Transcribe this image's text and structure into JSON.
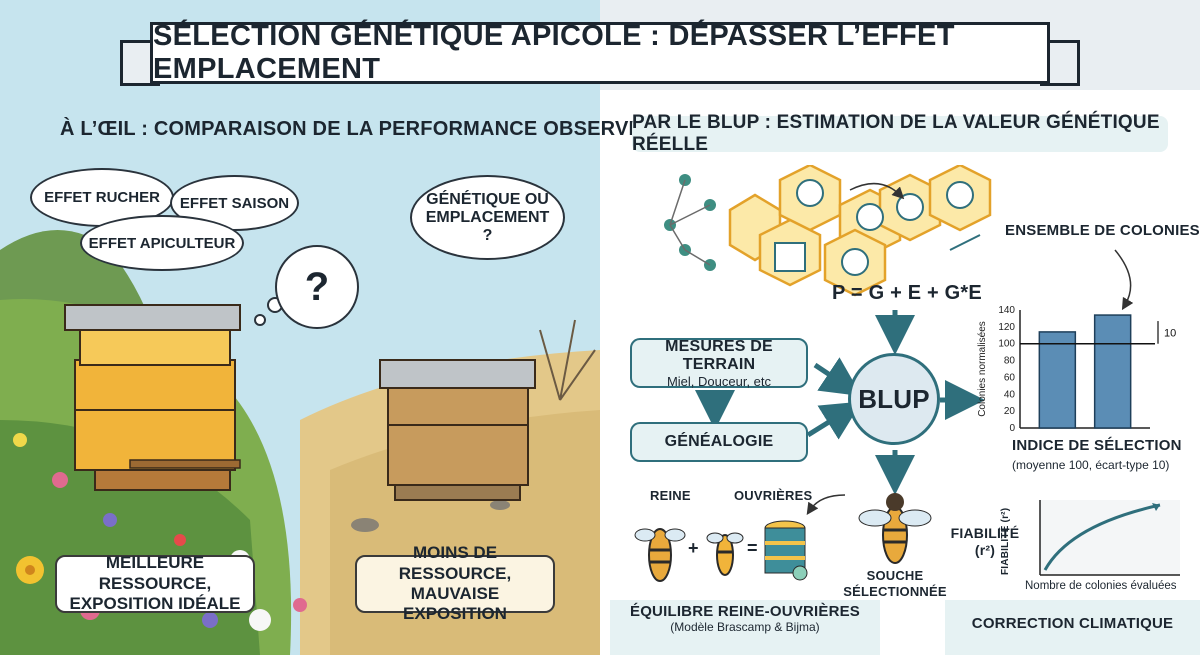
{
  "title": "SÉLECTION GÉNÉTIQUE APICOLE : DÉPASSER L’EFFET EMPLACEMENT",
  "left": {
    "heading": "À L’ŒIL : COMPARAISON DE LA PERFORMANCE OBSERVÉE",
    "bubbles": [
      "EFFET RUCHER",
      "EFFET SAISON",
      "EFFET APICULTEUR"
    ],
    "question_bubble": "GÉNÉTIQUE OU EMPLACEMENT ?",
    "question_mark": "?",
    "good_label": "MEILLEURE RESSOURCE, EXPOSITION IDÉALE",
    "bad_label": "MOINS DE RESSOURCE, MAUVAISE EXPOSITION"
  },
  "right": {
    "heading": "PAR LE BLUP : ESTIMATION DE LA VALEUR GÉNÉTIQUE RÉELLE",
    "formula": "P = G + E + G*E",
    "colonies_label": "ENSEMBLE DE COLONIES",
    "terrain_title": "MESURES DE TERRAIN",
    "terrain_sub": "Miel, Douceur, etc",
    "genealogy": "GÉNÉALOGIE",
    "blup": "BLUP",
    "reine": "REINE",
    "ouvrieres": "OUVRIÈRES",
    "plus": "+",
    "equals": "=",
    "souche": "SOUCHE SÉLECTIONNÉE",
    "index_title": "INDICE DE SÉLECTION",
    "index_sub": "(moyenne 100, écart-type 10)",
    "reliability_title": "FIABILITÉ (r²)",
    "reliability_axis_y": "FIABILITÉ (r²)",
    "reliability_axis_x": "Nombre de colonies évaluées",
    "balance_title": "ÉQUILIBRE REINE-OUVRIÈRES",
    "balance_sub": "(Modèle Brascamp & Bijma)",
    "climate": "CORRECTION CLIMATIQUE",
    "colors": {
      "teal": "#2f6f7c",
      "honey": "#f4b942",
      "blue_bar": "#5b8db5"
    }
  },
  "chart_data": {
    "type": "bar",
    "categories": [
      "",
      ""
    ],
    "values": [
      114,
      134
    ],
    "ylabel": "Colonies normalisées",
    "ylim": [
      0,
      140
    ],
    "yticks": [
      0,
      20,
      40,
      60,
      80,
      100,
      120,
      140
    ],
    "reference_line": 100,
    "annotation": "10",
    "grid": false
  }
}
